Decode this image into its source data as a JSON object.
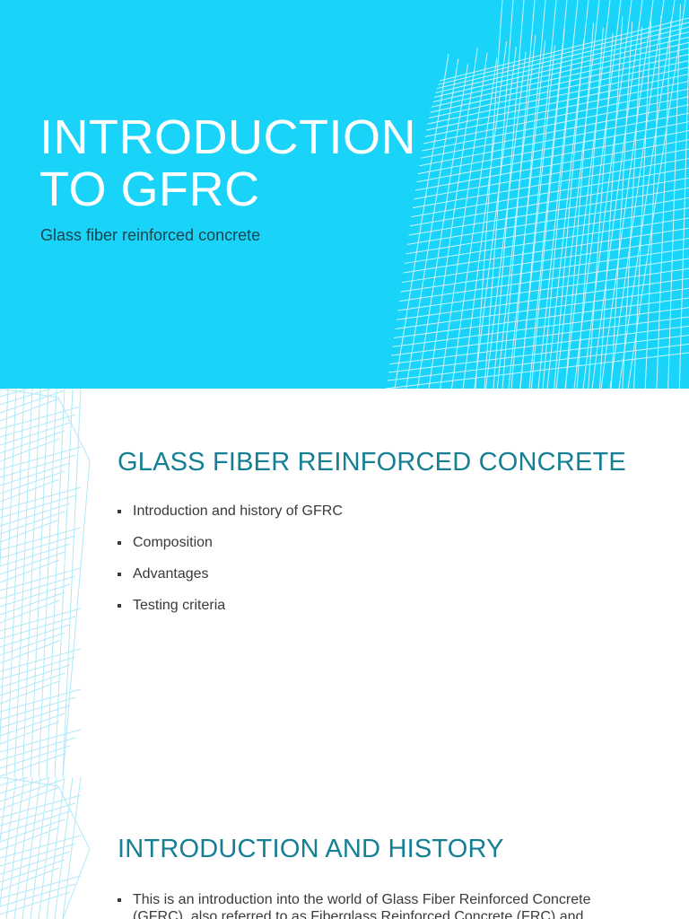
{
  "slides": [
    {
      "title": "INTRODUCTION TO GFRC",
      "subtitle": "Glass fiber reinforced concrete"
    },
    {
      "heading": "GLASS FIBER REINFORCED CONCRETE",
      "bullets": [
        "Introduction and history of GFRC",
        "Composition",
        "Advantages",
        "Testing criteria"
      ]
    },
    {
      "heading": "INTRODUCTION AND HISTORY",
      "bullets": [
        "This is an introduction into the world of Glass Fiber Reinforced Concrete (GFRC), also referred to as Fiberglass Reinforced Concrete (FRC) and"
      ]
    }
  ],
  "colors": {
    "title_background": "#1ad3f9",
    "heading_text": "#157f95",
    "body_text": "#3a3a3a",
    "wireframe": "#bfefff"
  },
  "decoration": "building-wireframe"
}
